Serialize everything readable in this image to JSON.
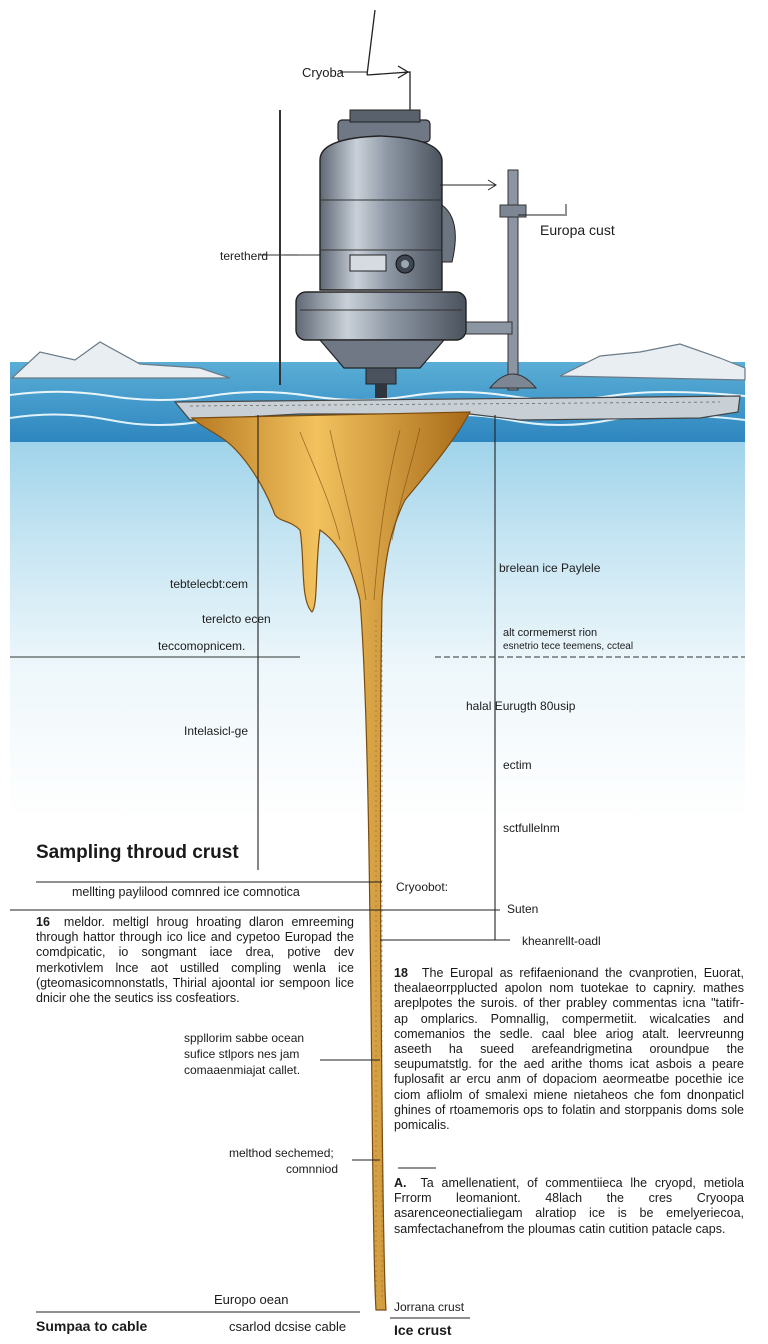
{
  "probe_labels": {
    "cryobot_top": "Cryoba",
    "tether_left": "teretherd",
    "europa_crust": "Europa cust"
  },
  "left_labels": {
    "l1": "tebtelecbt:cem",
    "l2": "terelcto ecen",
    "l3": "teccomopnicem.",
    "l4": "Intelasicl-ge"
  },
  "right_labels": {
    "r1": "brelean ice Paylele",
    "r2a": "alt cormemerst rion",
    "r2b": "esnetrio       tece teemens, ccteal",
    "r3": "halal Eurugth  80usip",
    "r4": "ectim",
    "r5": "sctfullelnm",
    "r6": "Cryoobot:",
    "r7": "Suten",
    "r8": "kheanrellt-oadl"
  },
  "section": {
    "heading": "Sampling throud crust",
    "subheading": "mellting paylilood comnred ice comnotica"
  },
  "para_left": {
    "num": "16",
    "text": "meldor. meltigl hroug hroating dlaron emreeming through hattor through ico lice and cypetoo Europad the comdpicatic, io songmant iace drea, potive dev merkotivlem lnce aot ustilled compling wenla ice (gteomasicomnonstatls, Thirial ajoontal ior sempoon lice dnicir ohe the seutics iss cosfeatiors."
  },
  "mid_note": {
    "lines": [
      "sppllorim sabbe ocean",
      "sufice stlpors nes jam",
      "comaaenmiajat callet."
    ]
  },
  "para_right1": {
    "num": "18",
    "text": "The Europal as refifaenionand the cvanprotien, Euorat, thealaeorrpplucted apolon nom tuotekae to capniry. mathes areplpotes the surois. of ther prabley commentas icna \"tatifr- ap omplarics. Pomnallig, compermetiit. wicalcaties and comemanios the sedle. caal blee ariog atalt. leervreunng aseeth ha sueed arefeandrigmetina oroundpue the seupumatstlg. for the aed arithe thoms icat asbois a peare fuplosafit ar ercu anm of dopaciom aeormeatbe pocethie ice ciom afliolm of smalexi miene nietaheos che fom dnonpaticl ghines of rtoamemoris ops to folatin and storppanis doms sole pomicalis."
  },
  "para_right2": {
    "num": "A.",
    "text": "Ta amellenatient, of commentiieca lhe cryopd, metiola Frrorm leomaniont. 48lach the cres Cryoopa asarenceonectialiegam alratiop ice is be emelyeriecoa, samfectachanefrom the ploumas catin cutition patacle caps."
  },
  "method_note": {
    "line1": "melthod sechemed;",
    "line2": "comnniod"
  },
  "bottom": {
    "europa_ocean": "Europo oean",
    "sumpaa_cable": "Sumpaa to cable",
    "csarlod": "csarlod dcsise cable",
    "jorrana_crust": "Jorrana crust",
    "ice_crust": "Ice crust"
  },
  "colors": {
    "ocean_top": "#9fd3ea",
    "ocean_mid": "#cfe9f4",
    "ocean_fade": "#ffffff",
    "meltwater": "#d49a3a",
    "meltwater_light": "#f0c060",
    "probe_metal": "#8e98a6",
    "ice_surface": "#b9c4cc"
  }
}
